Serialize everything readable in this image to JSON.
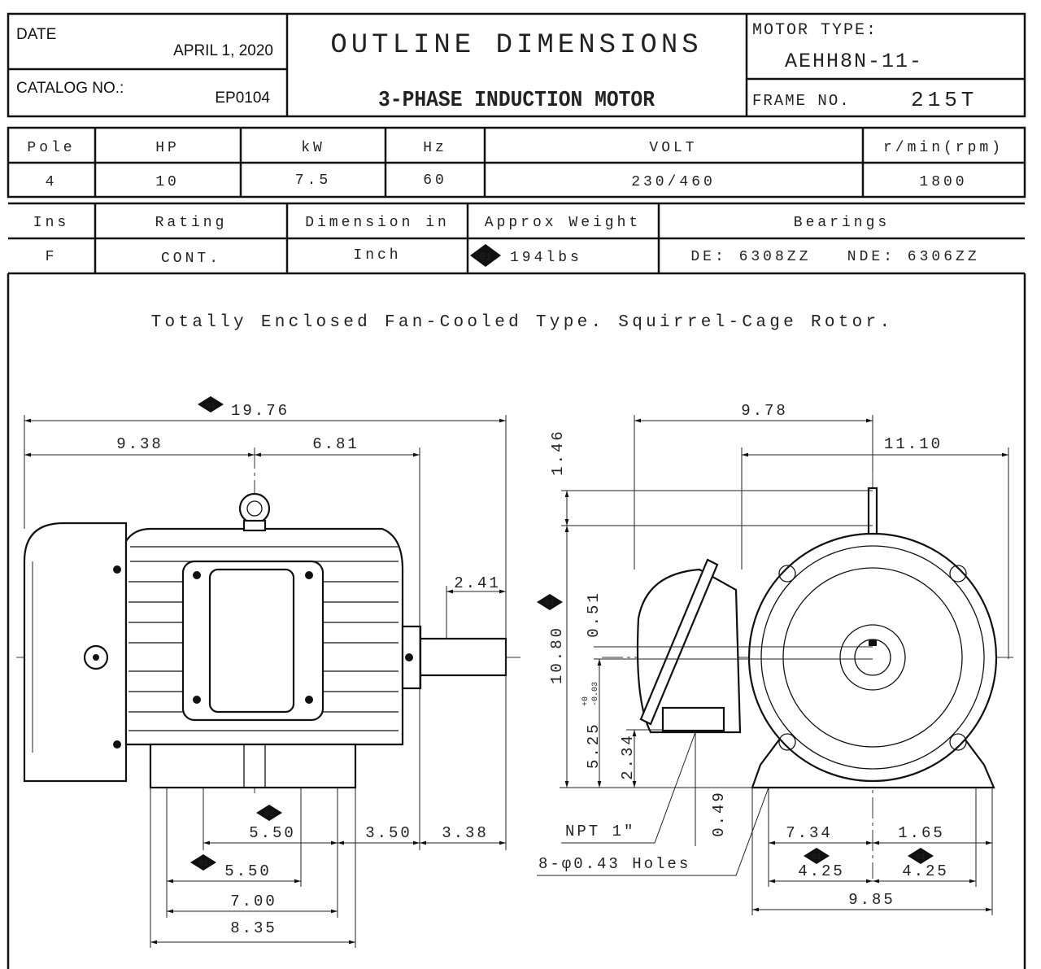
{
  "header": {
    "date_label": "DATE",
    "date_value": "APRIL 1, 2020",
    "catalog_label": "CATALOG NO.:",
    "catalog_value": "EP0104",
    "title": "OUTLINE DIMENSIONS",
    "subtitle": "3-PHASE INDUCTION MOTOR",
    "motor_type_label": "MOTOR TYPE:",
    "motor_type_value": "AEHH8N-11-",
    "frame_label": "FRAME NO.",
    "frame_value": "215T"
  },
  "spec_table_1": {
    "headers": [
      "Pole",
      "HP",
      "kW",
      "Hz",
      "VOLT",
      "r/min(rpm)"
    ],
    "values": [
      "4",
      "10",
      "7.5",
      "60",
      "230/460",
      "1800"
    ]
  },
  "spec_table_2": {
    "headers": [
      "Ins",
      "Rating",
      "Dimension in",
      "Approx Weight",
      "Bearings"
    ],
    "values": [
      "F",
      "CONT.",
      "Inch",
      "194lbs",
      "DE: 6308ZZ   NDE: 6306ZZ"
    ]
  },
  "revision_mark": "01",
  "description": "Totally Enclosed Fan-Cooled Type. Squirrel-Cage Rotor.",
  "side_view_dims": {
    "overall_length": "19.76",
    "rear_to_center": "9.38",
    "center_to_shoulder": "6.81",
    "shaft_length": "2.41",
    "foot_holes_spacing_a": "5.50",
    "shoulder_to_hole": "3.50",
    "shaft_extension": "3.38",
    "foot_holes_spacing_b": "5.50",
    "base_length_inner": "7.00",
    "base_length": "8.35"
  },
  "end_view_dims": {
    "box_offset": "9.78",
    "half_width": "11.10",
    "eyebolt_height": "1.46",
    "overall_height": "10.80",
    "shaft_offset": "0.51",
    "shaft_height": "5.25",
    "shaft_tolerance_plus": "+0",
    "shaft_tolerance_minus": "-0.03",
    "box_height": "2.34",
    "foot_thickness": "0.49",
    "conduit": "NPT 1\"",
    "holes": "8-φ0.43 Holes",
    "center_to_box": "7.34",
    "foot_edge": "1.65",
    "foot_half_left": "4.25",
    "foot_half_right": "4.25",
    "foot_width": "9.85"
  }
}
